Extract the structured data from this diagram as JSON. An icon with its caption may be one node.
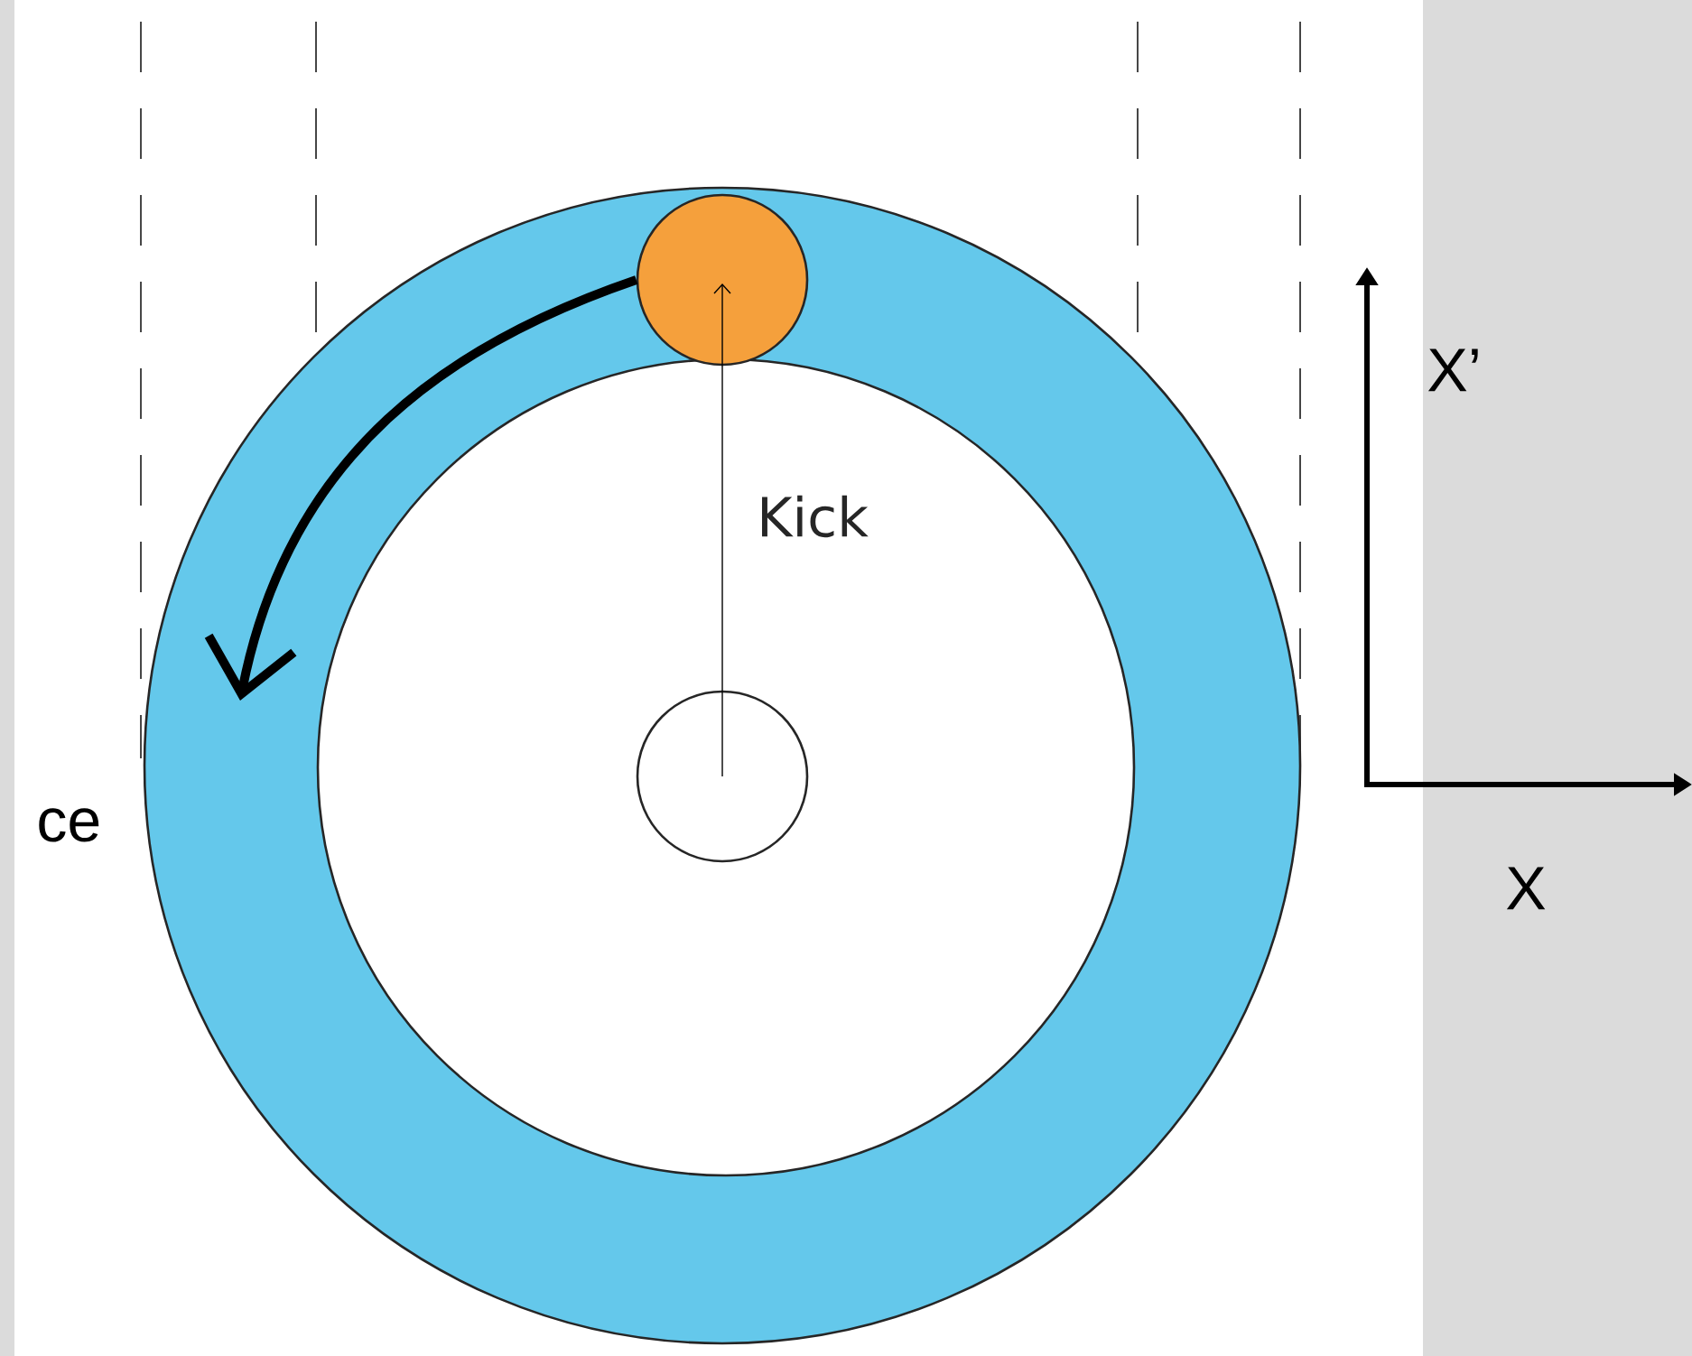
{
  "diagram": {
    "nodes": [
      {
        "text": [],
        "shape": "circle"
      },
      {
        "text": [],
        "shape": "circle"
      }
    ],
    "edges": [
      {
        "from": 1,
        "to": 0,
        "arrow": "to",
        "label": "Kick"
      },
      {
        "from": 0,
        "to": null,
        "arrow": "to",
        "style": "thick"
      }
    ],
    "labels": [
      "ce",
      "X’",
      "X"
    ]
  }
}
